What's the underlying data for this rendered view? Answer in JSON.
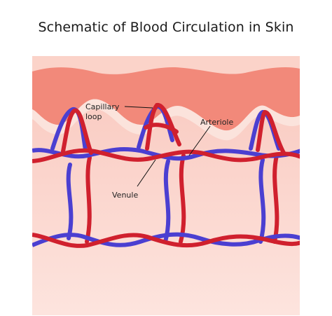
{
  "title": "Schematic of Blood Circulation in Skin",
  "labels": {
    "capillary_line1": "Capillary",
    "capillary_line2": "loop",
    "arteriole": "Arteriole",
    "venule": "Venule"
  },
  "colors": {
    "artery": "#d0202e",
    "vein": "#4b3fd1",
    "epidermis": "#f2897a",
    "dermis_upper": "#f6b3a8",
    "dermis": "#fbd8d0"
  }
}
